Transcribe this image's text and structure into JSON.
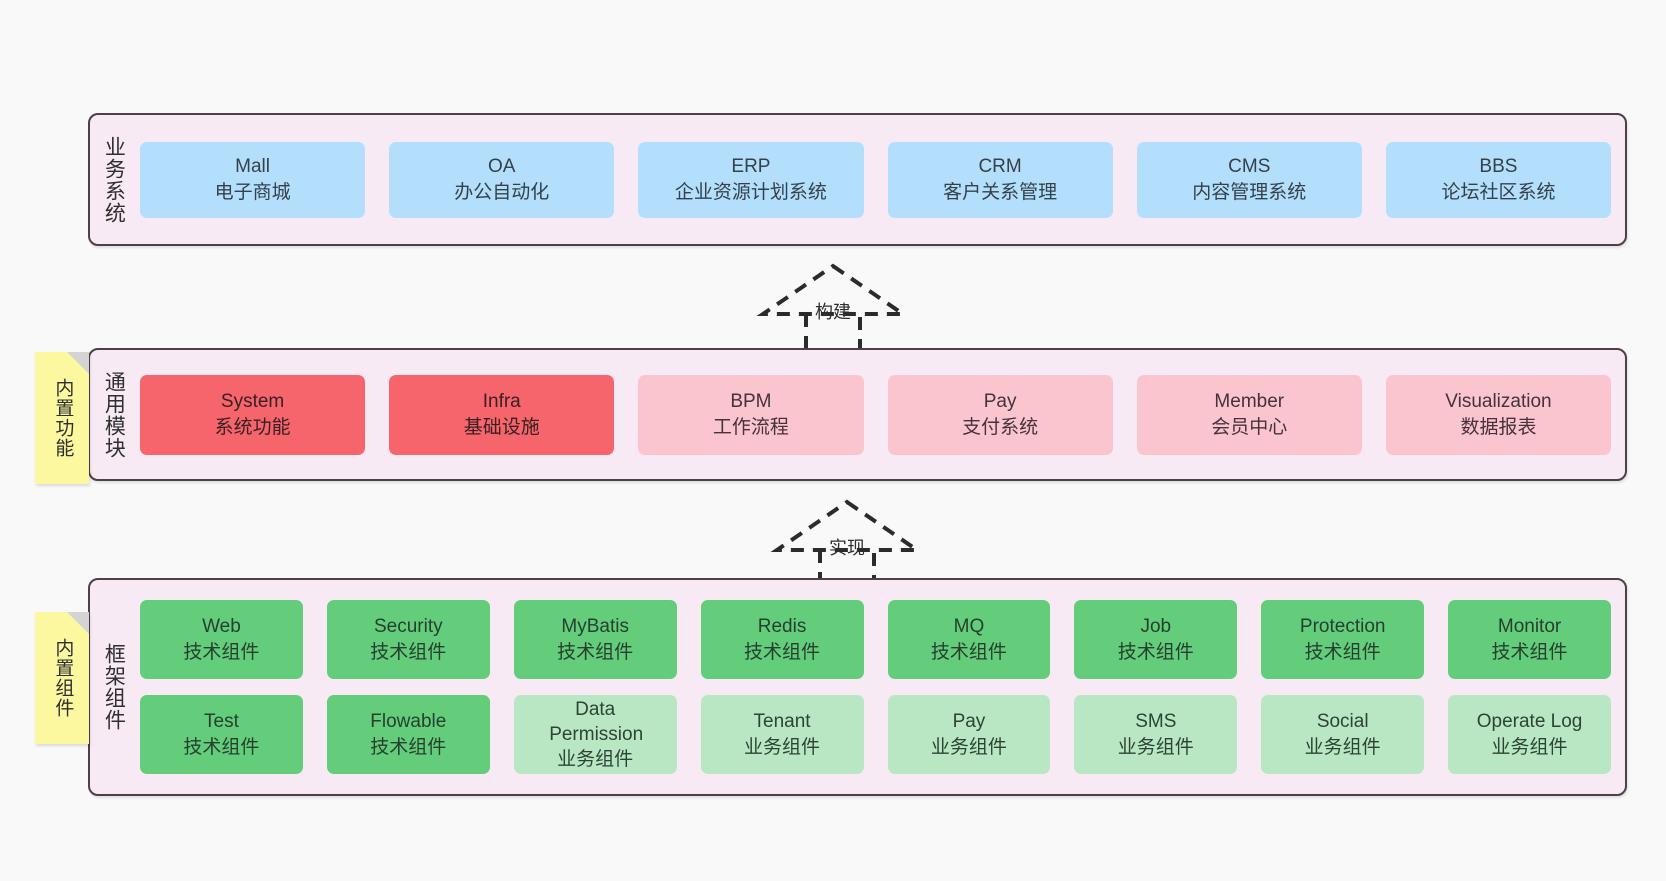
{
  "diagram": {
    "title": "系统架构分层图",
    "colors": {
      "canvas": "#f9f9f9",
      "layer_fill": "#f8eaf4",
      "layer_border": "#4d4048",
      "business_card": "#b3dffc",
      "module_core": "#f5656b",
      "module_normal": "#fbc5d0",
      "tech_component": "#63cd7b",
      "business_component": "#b9e7c4",
      "sticky_note": "#fbf8a0",
      "sticky_fold": "#d4d4d4"
    }
  },
  "layers": [
    {
      "id": "business-systems",
      "title": "业务系统",
      "rows": [
        {
          "cards": [
            {
              "name": "Mall",
              "sub": "电子商城",
              "style": "blue"
            },
            {
              "name": "OA",
              "sub": "办公自动化",
              "style": "blue"
            },
            {
              "name": "ERP",
              "sub": "企业资源计划系统",
              "style": "blue"
            },
            {
              "name": "CRM",
              "sub": "客户关系管理",
              "style": "blue"
            },
            {
              "name": "CMS",
              "sub": "内容管理系统",
              "style": "blue"
            },
            {
              "name": "BBS",
              "sub": "论坛社区系统",
              "style": "blue"
            }
          ]
        }
      ]
    },
    {
      "id": "common-modules",
      "title": "通用模块",
      "sticky": "内置功能",
      "rows": [
        {
          "cards": [
            {
              "name": "System",
              "sub": "系统功能",
              "style": "red"
            },
            {
              "name": "Infra",
              "sub": "基础设施",
              "style": "red"
            },
            {
              "name": "BPM",
              "sub": "工作流程",
              "style": "pink"
            },
            {
              "name": "Pay",
              "sub": "支付系统",
              "style": "pink"
            },
            {
              "name": "Member",
              "sub": "会员中心",
              "style": "pink"
            },
            {
              "name": "Visualization",
              "sub": "数据报表",
              "style": "pink"
            }
          ]
        }
      ]
    },
    {
      "id": "framework-components",
      "title": "框架组件",
      "sticky": "内置组件",
      "rows": [
        {
          "cards": [
            {
              "name": "Web",
              "sub": "技术组件",
              "style": "green"
            },
            {
              "name": "Security",
              "sub": "技术组件",
              "style": "green"
            },
            {
              "name": "MyBatis",
              "sub": "技术组件",
              "style": "green"
            },
            {
              "name": "Redis",
              "sub": "技术组件",
              "style": "green"
            },
            {
              "name": "MQ",
              "sub": "技术组件",
              "style": "green"
            },
            {
              "name": "Job",
              "sub": "技术组件",
              "style": "green"
            },
            {
              "name": "Protection",
              "sub": "技术组件",
              "style": "green"
            },
            {
              "name": "Monitor",
              "sub": "技术组件",
              "style": "green"
            }
          ]
        },
        {
          "cards": [
            {
              "name": "Test",
              "sub": "技术组件",
              "style": "green"
            },
            {
              "name": "Flowable",
              "sub": "技术组件",
              "style": "green"
            },
            {
              "name": "Data Permission",
              "sub": "业务组件",
              "style": "lightgreen"
            },
            {
              "name": "Tenant",
              "sub": "业务组件",
              "style": "lightgreen"
            },
            {
              "name": "Pay",
              "sub": "业务组件",
              "style": "lightgreen"
            },
            {
              "name": "SMS",
              "sub": "业务组件",
              "style": "lightgreen"
            },
            {
              "name": "Social",
              "sub": "业务组件",
              "style": "lightgreen"
            },
            {
              "name": "Operate Log",
              "sub": "业务组件",
              "style": "lightgreen"
            }
          ]
        }
      ]
    }
  ],
  "connectors": [
    {
      "id": "build",
      "label": "构建",
      "from": "common-modules",
      "to": "business-systems"
    },
    {
      "id": "implement",
      "label": "实现",
      "from": "framework-components",
      "to": "common-modules"
    }
  ]
}
